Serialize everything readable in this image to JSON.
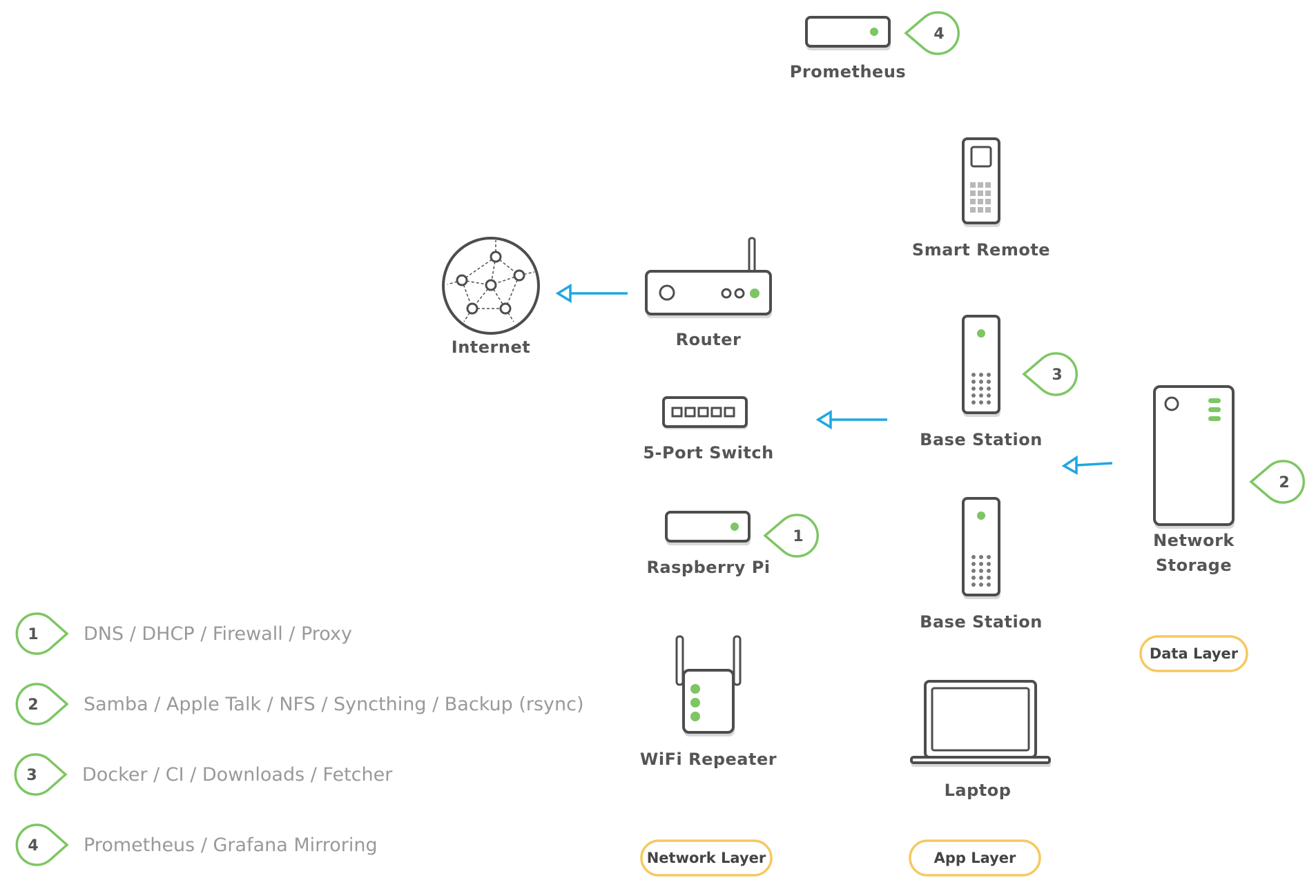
{
  "devices": {
    "prometheus": "Prometheus",
    "smart_remote": "Smart Remote",
    "internet": "Internet",
    "router": "Router",
    "switch": "5-Port Switch",
    "base_station_1": "Base Station",
    "base_station_2": "Base Station",
    "network_storage_line1": "Network",
    "network_storage_line2": "Storage",
    "raspberry_pi": "Raspberry Pi",
    "wifi_repeater": "WiFi Repeater",
    "laptop": "Laptop"
  },
  "badges": {
    "prometheus": "4",
    "base_station": "3",
    "network_storage": "2",
    "raspberry_pi": "1"
  },
  "layers": {
    "data": "Data Layer",
    "network": "Network Layer",
    "app": "App Layer"
  },
  "legend": [
    {
      "num": "1",
      "text": "DNS / DHCP / Firewall / Proxy"
    },
    {
      "num": "2",
      "text": "Samba / Apple Talk / NFS / Syncthing / Backup (rsync)"
    },
    {
      "num": "3",
      "text": "Docker / CI / Downloads / Fetcher"
    },
    {
      "num": "4",
      "text": "Prometheus / Grafana Mirroring"
    }
  ],
  "colors": {
    "accent_green": "#7dc663",
    "arrow_blue": "#1ea7e1",
    "layer_yellow": "#f6c85f",
    "device_stroke": "#4d4d4d"
  }
}
